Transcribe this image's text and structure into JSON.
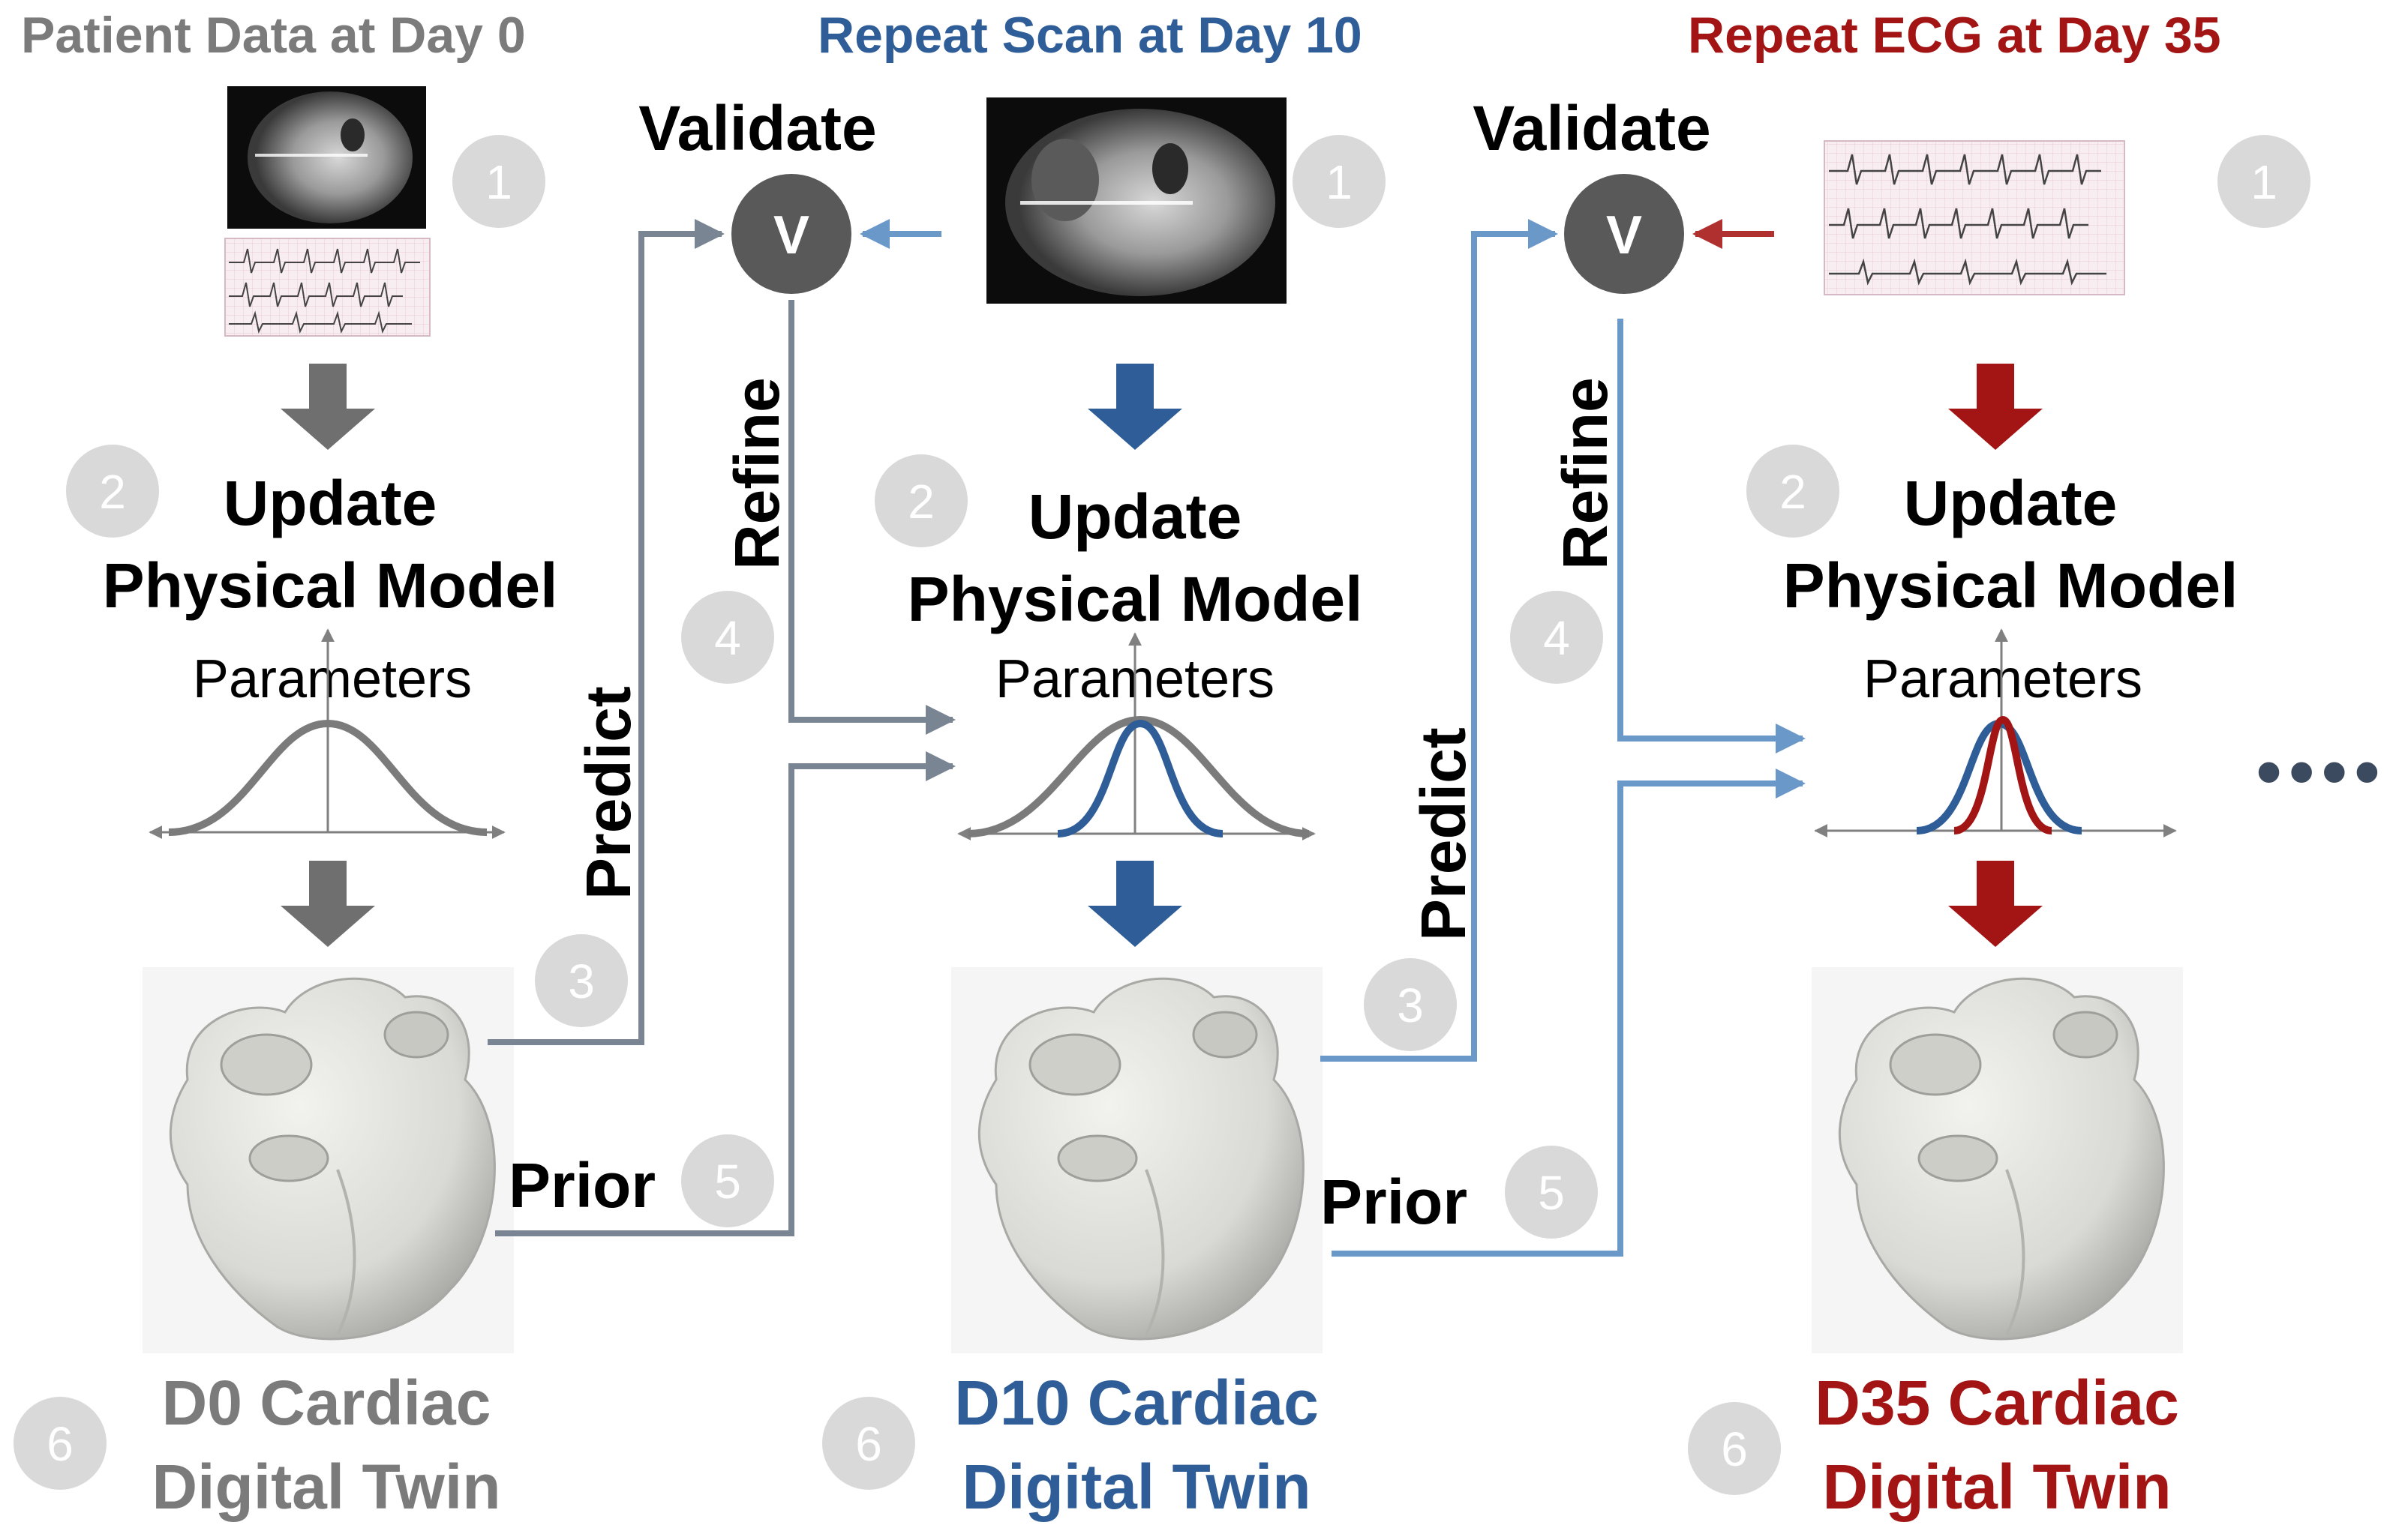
{
  "colors": {
    "gray": "#7b7b7b",
    "blue": "#2e5d98",
    "light_blue": "#6a98c8",
    "red": "#a31515",
    "circle": "#d9d9d9",
    "dark": "#000000",
    "validate_fill": "#595959",
    "ellipsis": "#3b4a5e"
  },
  "columns": [
    {
      "header": "Patient Data at Day 0",
      "header_color": "#7b7b7b",
      "step1": "1",
      "update_line1": "Update",
      "update_line2": "Physical Model",
      "step2": "2",
      "parameters": "Parameters",
      "twin_line1": "D0 Cardiac",
      "twin_line2": "Digital Twin",
      "twin_color": "#7b7b7b",
      "step6": "6"
    },
    {
      "header": "Repeat Scan at Day 10",
      "header_color": "#2e5d98",
      "step1": "1",
      "update_line1": "Update",
      "update_line2": "Physical Model",
      "step2": "2",
      "parameters": "Parameters",
      "twin_line1": "D10 Cardiac",
      "twin_line2": "Digital Twin",
      "twin_color": "#2e5d98",
      "step6": "6"
    },
    {
      "header": "Repeat ECG at Day 35",
      "header_color": "#a31515",
      "step1": "1",
      "update_line1": "Update",
      "update_line2": "Physical Model",
      "step2": "2",
      "parameters": "Parameters",
      "twin_line1": "D35 Cardiac",
      "twin_line2": "Digital Twin",
      "twin_color": "#a31515",
      "step6": "6"
    }
  ],
  "connectors": [
    {
      "validate": "Validate",
      "v": "V",
      "refine": "Refine",
      "predict": "Predict",
      "prior": "Prior",
      "step3": "3",
      "step4": "4",
      "step5": "5"
    },
    {
      "validate": "Validate",
      "v": "V",
      "refine": "Refine",
      "predict": "Predict",
      "prior": "Prior",
      "step3": "3",
      "step4": "4",
      "step5": "5"
    }
  ],
  "ellipsis": "••••",
  "icons": {
    "ct_scan": "ct-scan-image",
    "ecg": "ecg-trace-image",
    "heart": "heart-mesh-image"
  }
}
